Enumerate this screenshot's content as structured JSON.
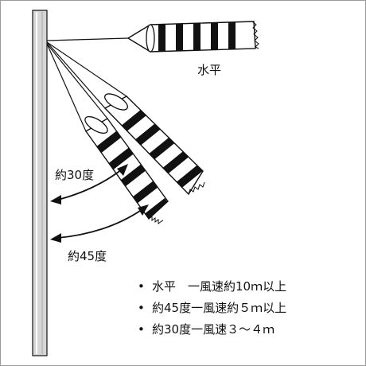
{
  "labels": {
    "horizontal": "水平",
    "angle30": "約30度",
    "angle45": "約45度"
  },
  "legend": [
    {
      "bullet": "•",
      "text": "水平　一風速約10ｍ以上"
    },
    {
      "bullet": "•",
      "text": "約45度一風速約５ｍ以上"
    },
    {
      "bullet": "•",
      "text": "約30度一風速３～４ｍ"
    }
  ],
  "colors": {
    "ink": "#111111",
    "pole": "#cfcfcf",
    "frame": "#9a9a9a"
  }
}
